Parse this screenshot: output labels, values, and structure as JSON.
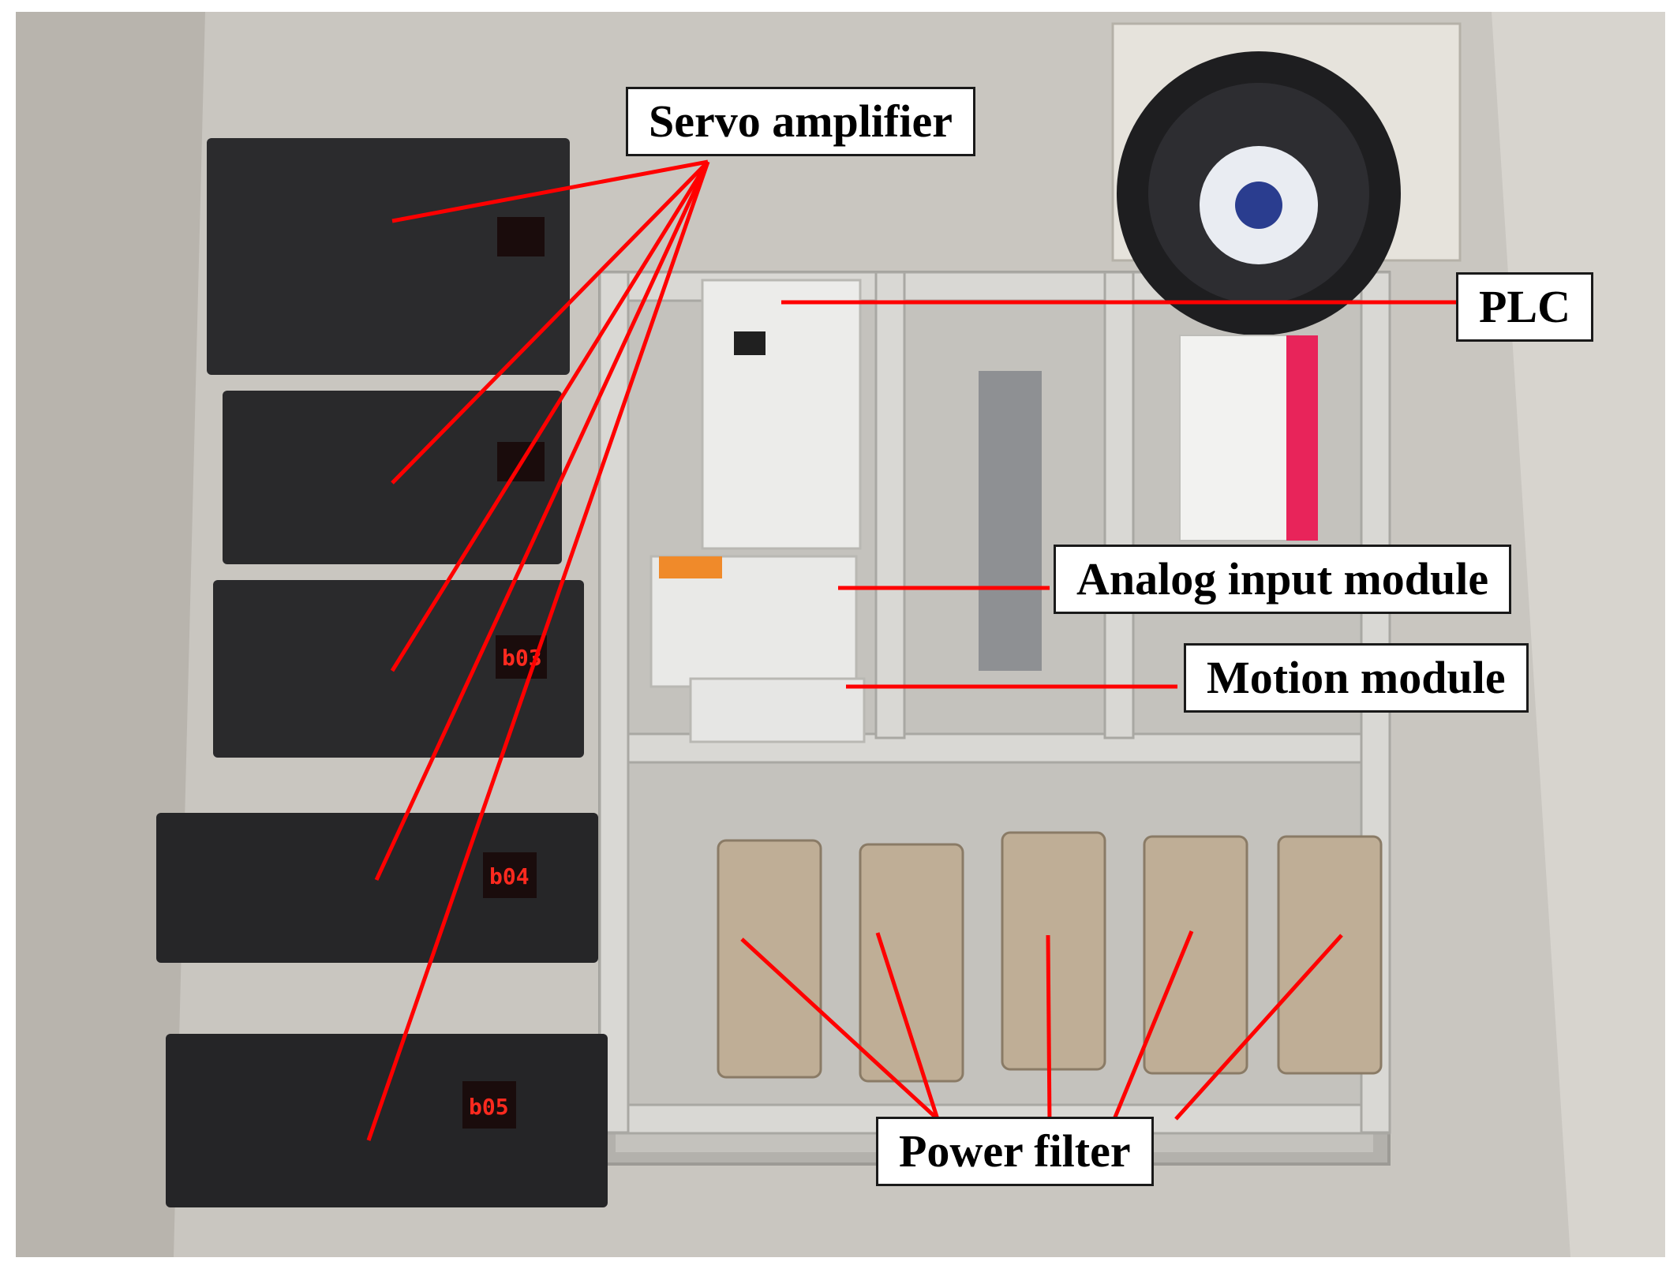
{
  "photo": {
    "subject": "electrical control cabinet",
    "components": [
      "servo drives x5",
      "PLC",
      "analog input module",
      "motion module",
      "power filters x5",
      "cooling fan",
      "circuit breakers",
      "terminal blocks",
      "cable ducts"
    ],
    "servo_displays": [
      "",
      "",
      "b03",
      "b04",
      "b05"
    ]
  },
  "labels": {
    "servo_amplifier": "Servo amplifier",
    "plc": "PLC",
    "analog_input_module": "Analog input module",
    "motion_module": "Motion module",
    "power_filter": "Power filter"
  },
  "colors": {
    "leader_line": "#ff0000",
    "label_background": "#ffffff",
    "label_text": "#000000",
    "cabinet_wall": "#c9c6c0",
    "drive_body": "#2b2b2d",
    "filter_body": "#bfae96",
    "plc_body": "#ececea",
    "display_red": "#ff2a1f",
    "breaker_pink": "#e8245a"
  }
}
